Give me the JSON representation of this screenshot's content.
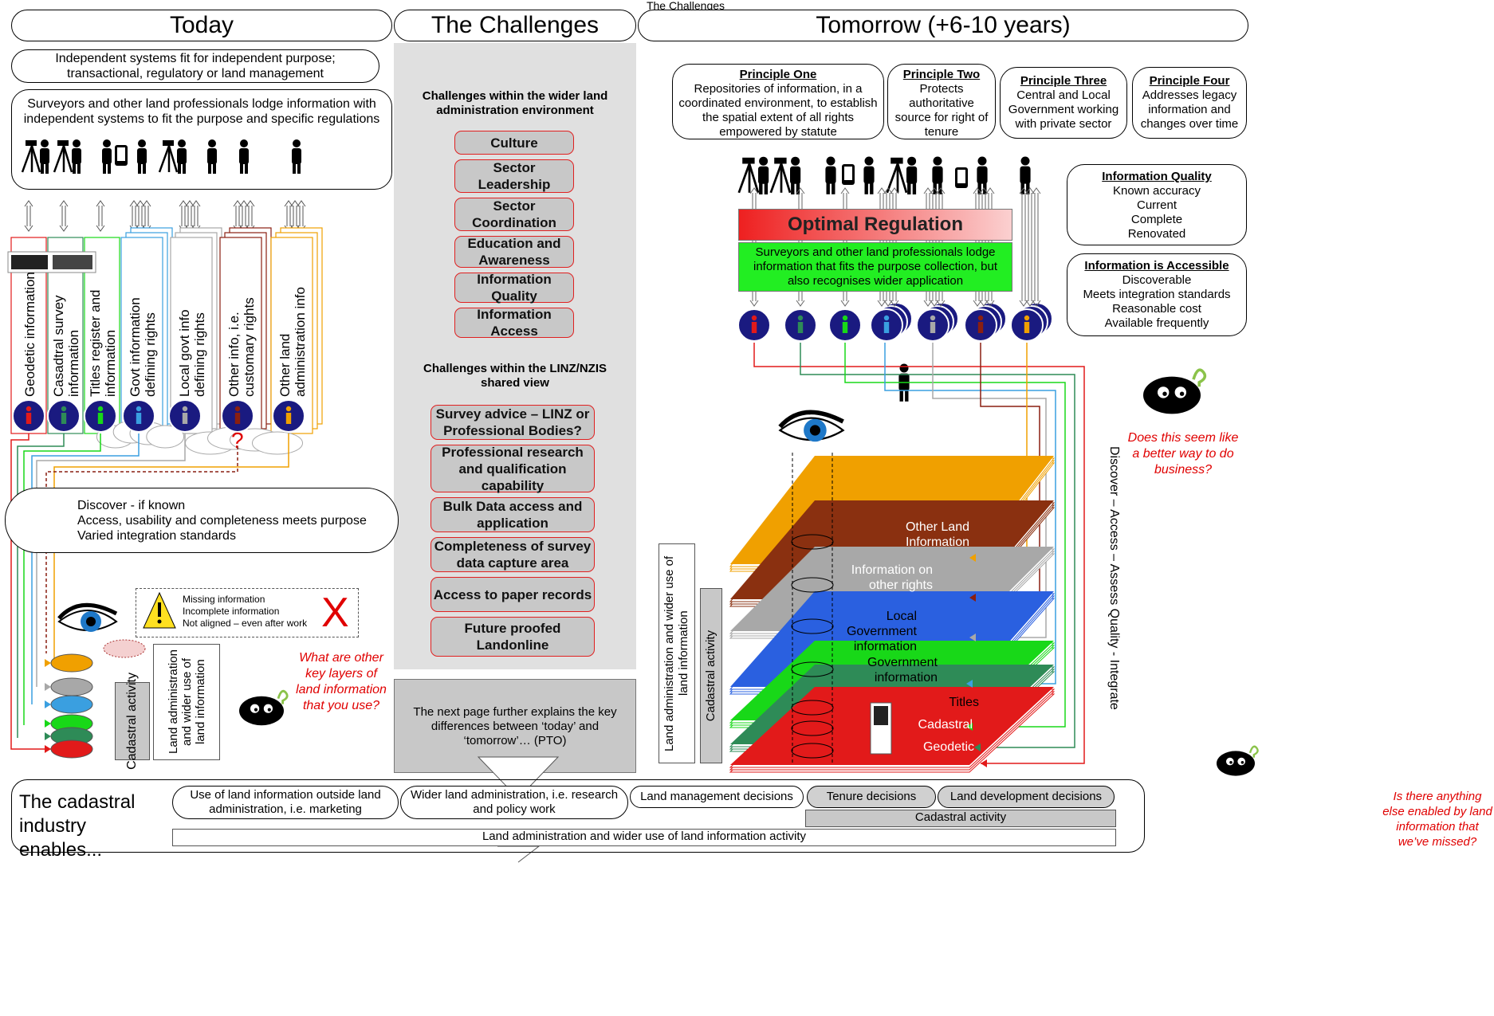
{
  "title": "The Challenges",
  "headers": {
    "today": "Today",
    "challenges": "The Challenges",
    "tomorrow": "Tomorrow (+6-10 years)"
  },
  "today": {
    "box1": "Independent systems fit for independent purpose; transactional, regulatory or land management",
    "box2": "Surveyors and other land professionals lodge information with independent systems to fit the purpose and specific regulations",
    "columns": [
      "Geodetic information",
      "Casadtral survey information",
      "Titles register and information",
      "Govt information defining rights",
      "Local govt info defining rights",
      "Other info, i.e. customary rights",
      "Other land administration info"
    ],
    "discover_lines": [
      "Discover - if known",
      "Access, usability and completeness meets purpose",
      "Varied integration standards"
    ],
    "legend": [
      "Missing information",
      "Incomplete information",
      "Not aligned – even after work"
    ],
    "cadastral_activity": "Cadastral activity",
    "land_admin": "Land administration and wider use of land information",
    "question": "What are other key layers of land information that you use?",
    "unknown_mark": "?",
    "missing_mark": "X"
  },
  "challenges": {
    "wider_heading": "Challenges within the wider land administration environment",
    "wider_items": [
      "Culture",
      "Sector Leadership",
      "Sector Coordination",
      "Education and Awareness",
      "Information Quality",
      "Information Access"
    ],
    "linz_heading": "Challenges within the LINZ/NZIS shared view",
    "linz_items": [
      "Survey advice – LINZ or Professional Bodies?",
      "Professional research and qualification capability",
      "Bulk Data access and application",
      "Completeness of survey data capture area",
      "Access to paper records",
      "Future proofed Landonline"
    ],
    "pto": "The next page further explains the key differences between ‘today’ and ‘tomorrow’… (PTO)"
  },
  "tomorrow": {
    "principles": [
      {
        "title": "Principle One",
        "text": "Repositories of information, in a coordinated environment, to establish the spatial extent of all rights empowered by statute"
      },
      {
        "title": "Principle Two",
        "text": "Protects authoritative source for right of tenure"
      },
      {
        "title": "Principle Three",
        "text": "Central and Local Government working with private sector"
      },
      {
        "title": "Principle Four",
        "text": "Addresses legacy information and changes over time"
      }
    ],
    "info_quality": {
      "title": "Information Quality",
      "items": [
        "Known accuracy",
        "Current",
        "Complete",
        "Renovated"
      ]
    },
    "info_access": {
      "title": "Information is Accessible",
      "items": [
        "Discoverable",
        "Meets integration standards",
        "Reasonable cost",
        "Available frequently"
      ]
    },
    "optimal_regulation": "Optimal Regulation",
    "green_box": "Surveyors and other land professionals lodge information that fits the purpose collection, but also recognises wider application",
    "question": "Does this seem like a better way to do business?",
    "side_text": "Discover – Access – Assess Quality - Integrate",
    "layers": [
      "Other Land Information",
      "Information on other rights",
      "Local Government information",
      "Government information",
      "Titles",
      "Cadastral",
      "Geodetic"
    ],
    "land_admin": "Land administration and wider use of land information",
    "cadastral_activity": "Cadastral activity"
  },
  "bottom": {
    "enables": "The cadastral industry enables...",
    "pills": [
      "Use of land information outside land administration, i.e. marketing",
      "Wider land administration, i.e. research and policy work",
      "Land management decisions",
      "Tenure decisions",
      "Land development decisions"
    ],
    "cadastral_bar": "Cadastral activity",
    "land_bar": "Land administration and wider use of land information activity",
    "question": "Is there anything else enabled by land information that we’ve missed?"
  },
  "colors": {
    "geodetic": "#e21a1a",
    "cadastral": "#2e8b57",
    "titles": "#18d818",
    "govt": "#3a9fe0",
    "local": "#a8a8a8",
    "rights": "#8a1f10",
    "other": "#f0a000",
    "info_blue": "#1a1a80"
  }
}
